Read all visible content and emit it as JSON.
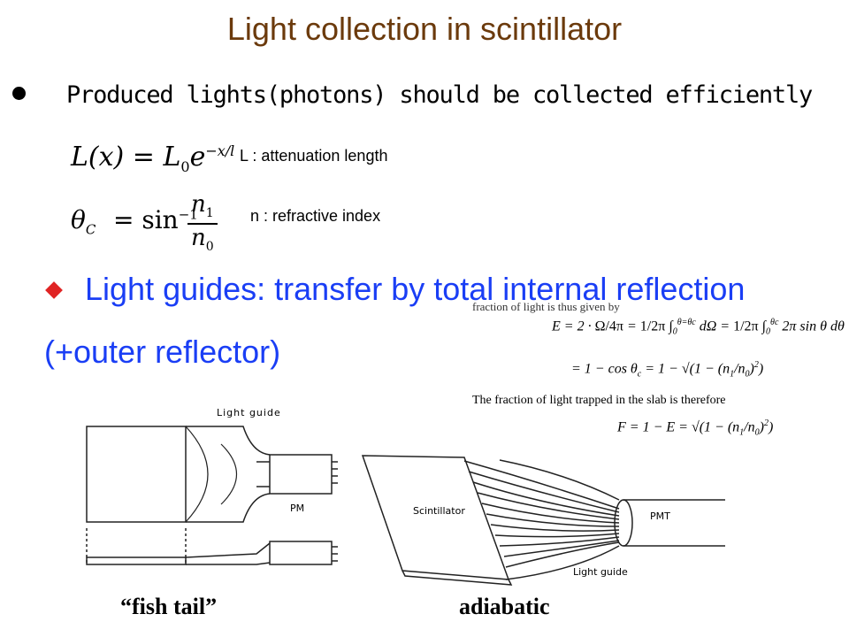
{
  "title": "Light collection in scintillator",
  "bullet1": "Produced lights(photons) should be collected efficiently",
  "eq1_note": "L : attenuation length",
  "eq2_note": "n : refractive index",
  "blue_line1": "Light guides: transfer by total internal reflection",
  "blue_line2": "(+outer reflector)",
  "formula": {
    "intro": "fraction of light is thus given by",
    "trapped": "The fraction of light trapped in the slab is therefore"
  },
  "diagram_left": {
    "light_guide": "Light guide",
    "pm": "PM"
  },
  "diagram_right": {
    "scintillator": "Scintillator",
    "pmt": "PMT",
    "light_guide": "Light guide"
  },
  "caption_left": "“fish tail”",
  "caption_right": "adiabatic",
  "colors": {
    "title": "#6b3a0c",
    "blue_text": "#1a3ef5",
    "bullet_diamond": "#e02424"
  }
}
